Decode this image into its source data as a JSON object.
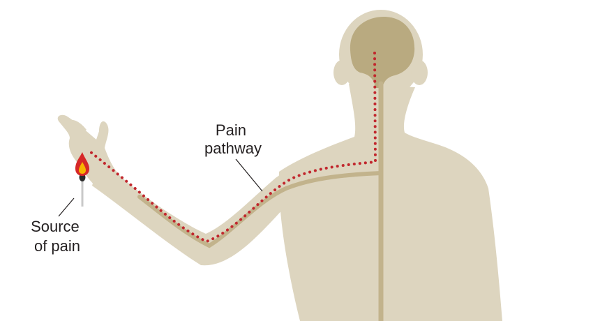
{
  "labels": {
    "pain_pathway": [
      "Pain",
      "pathway"
    ],
    "source_of_pain": [
      "Source",
      "of pain"
    ]
  },
  "colors": {
    "background": "#ffffff",
    "body": "#ddd5bf",
    "brain": "#b9aa80",
    "nerve": "#c2b38c",
    "pathway_dots": "#c1272d",
    "leader_line": "#231f20",
    "flame_outer": "#d62828",
    "flame_inner": "#f7b500",
    "match_stick": "#c9c9c9",
    "match_head": "#2b2b2b"
  },
  "icons": {
    "figure": "human-upper-body-icon",
    "brain": "brain-icon",
    "match": "lit-match-icon"
  }
}
